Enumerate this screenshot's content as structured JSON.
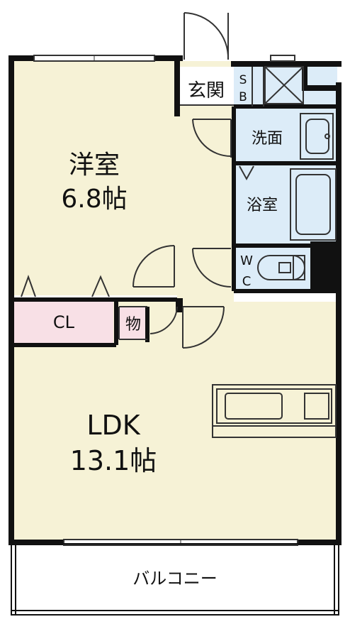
{
  "colors": {
    "room_fill": "#f6f2d6",
    "wet_fill": "#dcecf8",
    "storage_fill": "#f8e0e6",
    "wall": "#111111",
    "thin": "#333333"
  },
  "rooms": {
    "western_room": {
      "name": "洋室",
      "size": "6.8帖"
    },
    "ldk": {
      "name": "LDK",
      "size": "13.1帖"
    },
    "entrance": {
      "name": "玄関"
    },
    "shoe_box": {
      "line1": "S",
      "line2": "B"
    },
    "washroom": {
      "name": "洗面"
    },
    "bathroom": {
      "name": "浴室"
    },
    "toilet": {
      "line1": "W",
      "line2": "C"
    },
    "closet": {
      "name": "CL"
    },
    "storage": {
      "name": "物"
    },
    "balcony": {
      "name": "バルコニー"
    }
  }
}
